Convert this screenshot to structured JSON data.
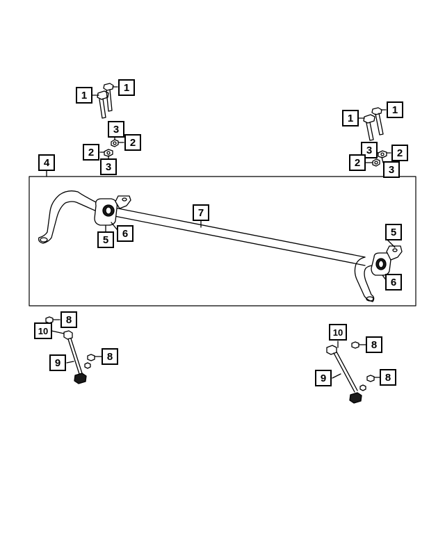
{
  "diagram": {
    "callouts": {
      "bolt_left_a": "1",
      "bolt_left_b": "1",
      "bolt_right_a": "1",
      "bolt_right_b": "1",
      "nut_left_top": "3",
      "nut_left_top_b": "2",
      "nut_left_bottom_a": "2",
      "nut_left_bottom_b": "3",
      "nut_right_a": "3",
      "nut_right_b": "2",
      "nut_right_c": "2",
      "nut_right_d": "3",
      "assembly": "4",
      "bushing_left": "5",
      "clamp_left": "6",
      "bar": "7",
      "bushing_right": "5",
      "clamp_right": "6",
      "link_left_nut_top": "8",
      "link_left_boot": "10",
      "link_left": "9",
      "link_left_nut_bottom": "8",
      "link_right_boot": "10",
      "link_right_nut_top": "8",
      "link_right": "9",
      "link_right_nut_bottom": "8"
    }
  }
}
